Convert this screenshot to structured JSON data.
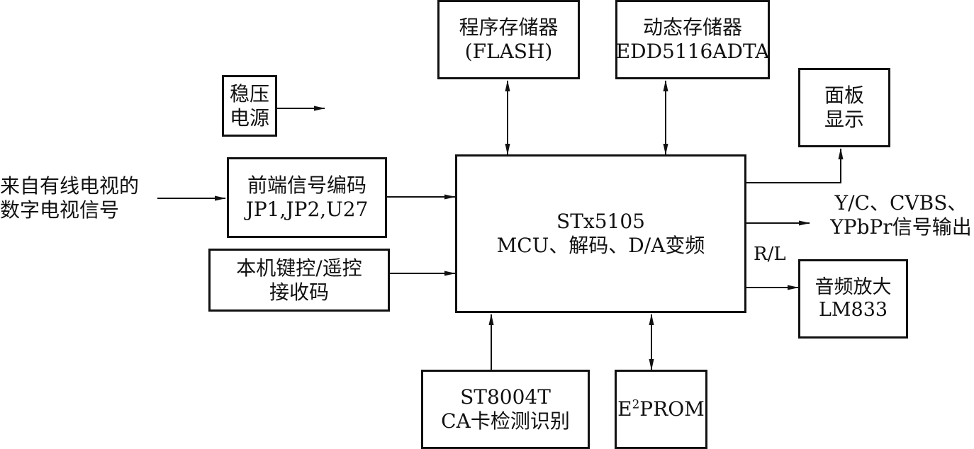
{
  "blocks": {
    "flash": {
      "line1": "程序存储器",
      "line2": "(FLASH)"
    },
    "dram": {
      "line1": "动态存储器",
      "line2": "EDD5116ADTA"
    },
    "power": {
      "line1": "稳压",
      "line2": "电源"
    },
    "panel": {
      "line1": "面板",
      "line2": "显示"
    },
    "frontend": {
      "line1": "前端信号编码",
      "line2": "JP1,JP2,U27"
    },
    "keyboard": {
      "line1": "本机键控/遥控",
      "line2": "接收码"
    },
    "cpu": {
      "line1": "STx5105",
      "line2": "MCU、解码、D/A变频"
    },
    "audio": {
      "line1": "音频放大",
      "line2": "LM833"
    },
    "ca": {
      "line1": "ST8004T",
      "line2": "CA卡检测识别"
    },
    "eeprom": {
      "base": "E",
      "sup": "2",
      "rest": "PROM"
    }
  },
  "labels": {
    "input_line1": "来自有线电视的",
    "input_line2": "数字电视信号",
    "video_out_line1": "Y/C、CVBS、",
    "video_out_line2": "YPbPr信号输出",
    "rl": "R/L"
  }
}
